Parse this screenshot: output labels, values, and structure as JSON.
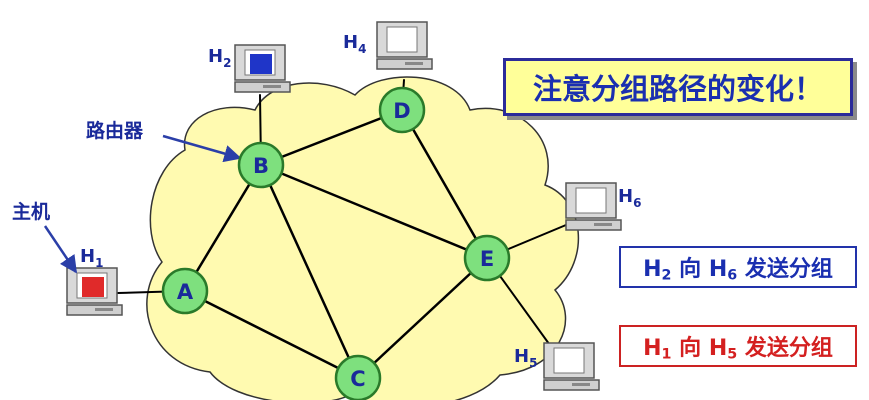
{
  "title": "注意分组路径的变化！",
  "labels": {
    "router": "路由器",
    "host": "主机"
  },
  "nodes": [
    {
      "id": "A",
      "label": "A"
    },
    {
      "id": "B",
      "label": "B"
    },
    {
      "id": "C",
      "label": "C"
    },
    {
      "id": "D",
      "label": "D"
    },
    {
      "id": "E",
      "label": "E"
    }
  ],
  "hosts": [
    {
      "id": "H1",
      "letter": "H",
      "sub": "1",
      "screen_color": "#e02a2a"
    },
    {
      "id": "H2",
      "letter": "H",
      "sub": "2",
      "screen_color": "#1f35c8"
    },
    {
      "id": "H4",
      "letter": "H",
      "sub": "4",
      "screen_color": "#ffffff"
    },
    {
      "id": "H5",
      "letter": "H",
      "sub": "5",
      "screen_color": "#ffffff"
    },
    {
      "id": "H6",
      "letter": "H",
      "sub": "6",
      "screen_color": "#ffffff"
    }
  ],
  "messages": [
    {
      "h_a": "H",
      "sub_a": "2",
      "mid": " 向 ",
      "h_b": "H",
      "sub_b": "6",
      "tail": " 发送分组",
      "color": "#1a2fb0"
    },
    {
      "h_a": "H",
      "sub_a": "1",
      "mid": " 向 ",
      "h_b": "H",
      "sub_b": "5",
      "tail": " 发送分组",
      "color": "#d42020"
    }
  ],
  "colors": {
    "cloud": "#fffab0",
    "cloud_stroke": "#333333",
    "node_fill": "#7ee07e",
    "node_stroke": "#2a7a2a",
    "label_text": "#1a2a9a",
    "title_text": "#1a2fb0"
  }
}
